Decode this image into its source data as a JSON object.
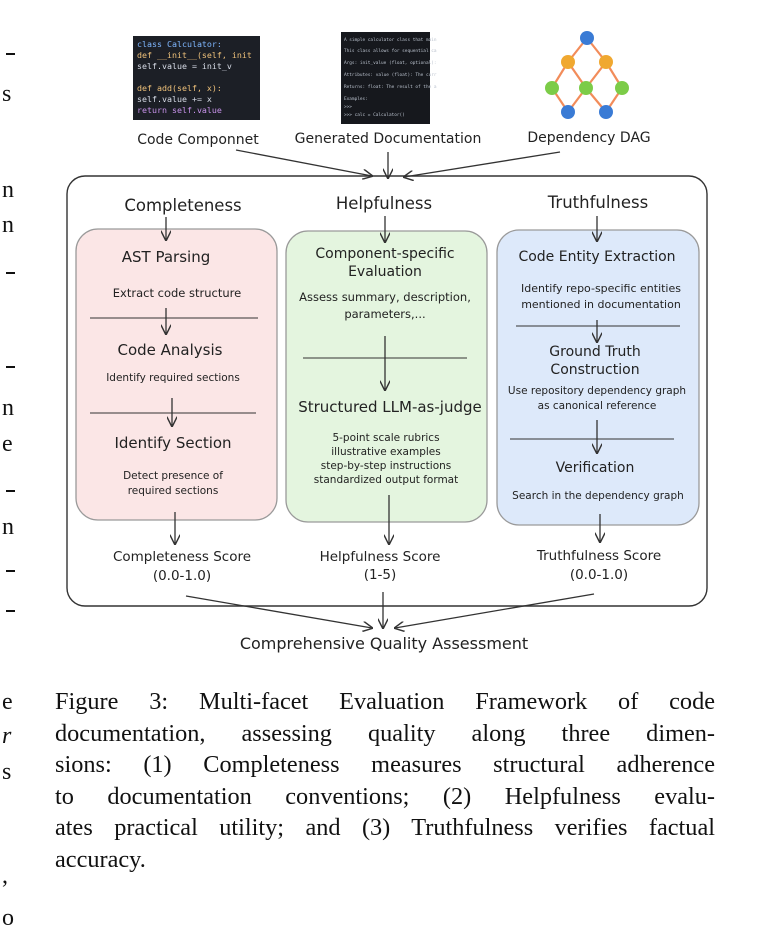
{
  "left_margin_fragments": [
    "s",
    "n",
    "n",
    "-",
    "-",
    "n",
    "e",
    "-",
    "n",
    "-",
    "-",
    "e",
    "r",
    "s",
    ",",
    "o"
  ],
  "diagram": {
    "inputs": {
      "code_component": {
        "label": "Code Componnet",
        "code_lines": [
          "class Calculator:",
          "    def __init__(self, init",
          "        self.value = init_v",
          "",
          "    def add(self, x):",
          "        self.value += x",
          "        return self.value"
        ]
      },
      "generated_doc": {
        "label": "Generated Documentation",
        "doc_lines": [
          "A simple calculator class that main",
          "This class allows for sequential ca",
          "Args: init_value (float, optional):",
          "Attributes: value (float): The curr",
          "Returns: float: The result of the a",
          "Examples:",
          ">>>",
          ">>> calc = Calculator()"
        ]
      },
      "dependency_dag": {
        "label": "Dependency DAG"
      }
    },
    "completeness": {
      "title": "Completeness",
      "steps": [
        {
          "name": "AST Parsing",
          "detail": [
            "Extract code structure"
          ]
        },
        {
          "name": "Code Analysis",
          "detail": [
            "Identify required sections"
          ]
        },
        {
          "name": "Identify Section",
          "detail": [
            "Detect presence of",
            "required sections"
          ]
        }
      ],
      "score": [
        "Completeness Score",
        "(0.0-1.0)"
      ],
      "color": "#fbe6e6"
    },
    "helpfulness": {
      "title": "Helpfulness",
      "steps": [
        {
          "name": [
            "Component-specific",
            "Evaluation"
          ],
          "detail": [
            "Assess summary, description,",
            "parameters,..."
          ]
        },
        {
          "name": [
            "Structured LLM-as-judge"
          ],
          "detail": [
            "5-point scale rubrics",
            "illustrative examples",
            "step-by-step instructions",
            "standardized output format"
          ]
        }
      ],
      "score": [
        "Helpfulness Score",
        "(1-5)"
      ],
      "color": "#e4f5df"
    },
    "truthfulness": {
      "title": "Truthfulness",
      "steps": [
        {
          "name": [
            "Code Entity Extraction"
          ],
          "detail": [
            "Identify repo-specific entities",
            "mentioned in documentation"
          ]
        },
        {
          "name": [
            "Ground Truth",
            "Construction"
          ],
          "detail": [
            "Use repository dependency graph",
            "as canonical reference"
          ]
        },
        {
          "name": [
            "Verification"
          ],
          "detail": [
            "Search in the dependency graph"
          ]
        }
      ],
      "score": [
        "Truthfulness Score",
        "(0.0-1.0)"
      ],
      "color": "#dde9fa"
    },
    "final": "Comprehensive Quality Assessment"
  },
  "caption": [
    "Figure 3: Multi-facet Evaluation Framework of code",
    "documentation, assessing quality along three dimen-",
    "sions: (1) Completeness measures structural adherence",
    "to documentation conventions; (2) Helpfulness evalu-",
    "ates practical utility; and (3) Truthfulness verifies factual",
    "accuracy."
  ]
}
